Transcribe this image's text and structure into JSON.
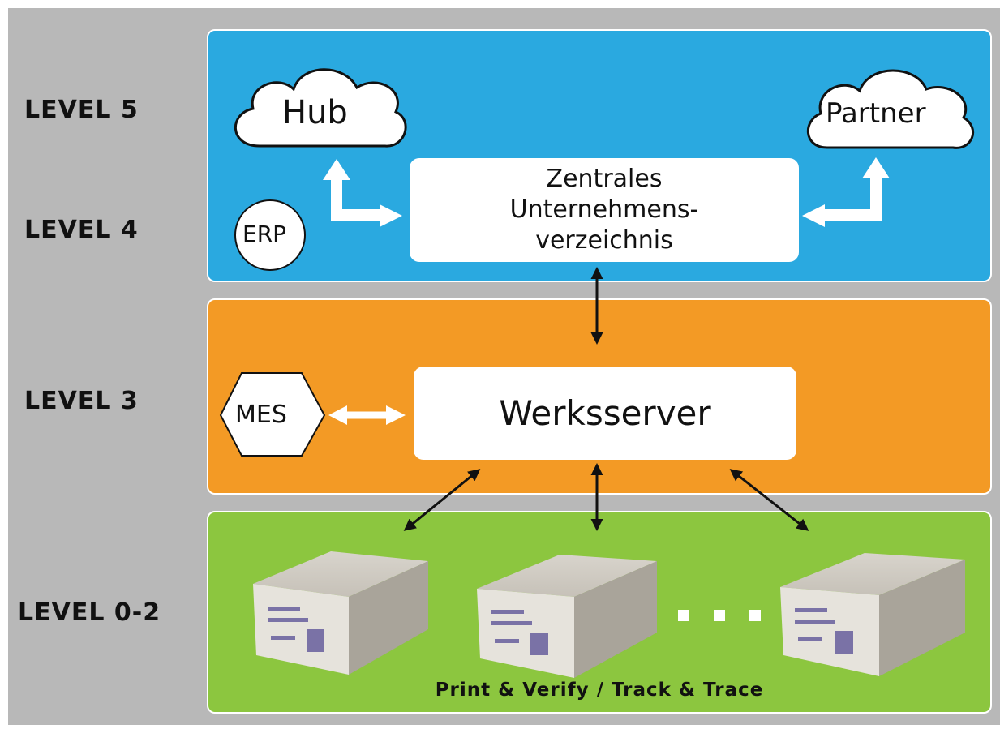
{
  "levels": {
    "l5": "LEVEL 5",
    "l4": "LEVEL 4",
    "l3": "LEVEL 3",
    "l02": "LEVEL 0-2"
  },
  "nodes": {
    "hub": "Hub",
    "partner": "Partner",
    "erp": "ERP",
    "mes": "MES",
    "directory_line1": "Zentrales",
    "directory_line2": "Unternehmens-",
    "directory_line3": "verzeichnis",
    "plant_server": "Werksserver"
  },
  "caption": "Print & Verify / Track & Trace",
  "colors": {
    "level5_4_band": "#2aa9e0",
    "level3_band": "#f39a25",
    "level0_2_band": "#8cc63f",
    "frame": "#b8b8b8"
  }
}
